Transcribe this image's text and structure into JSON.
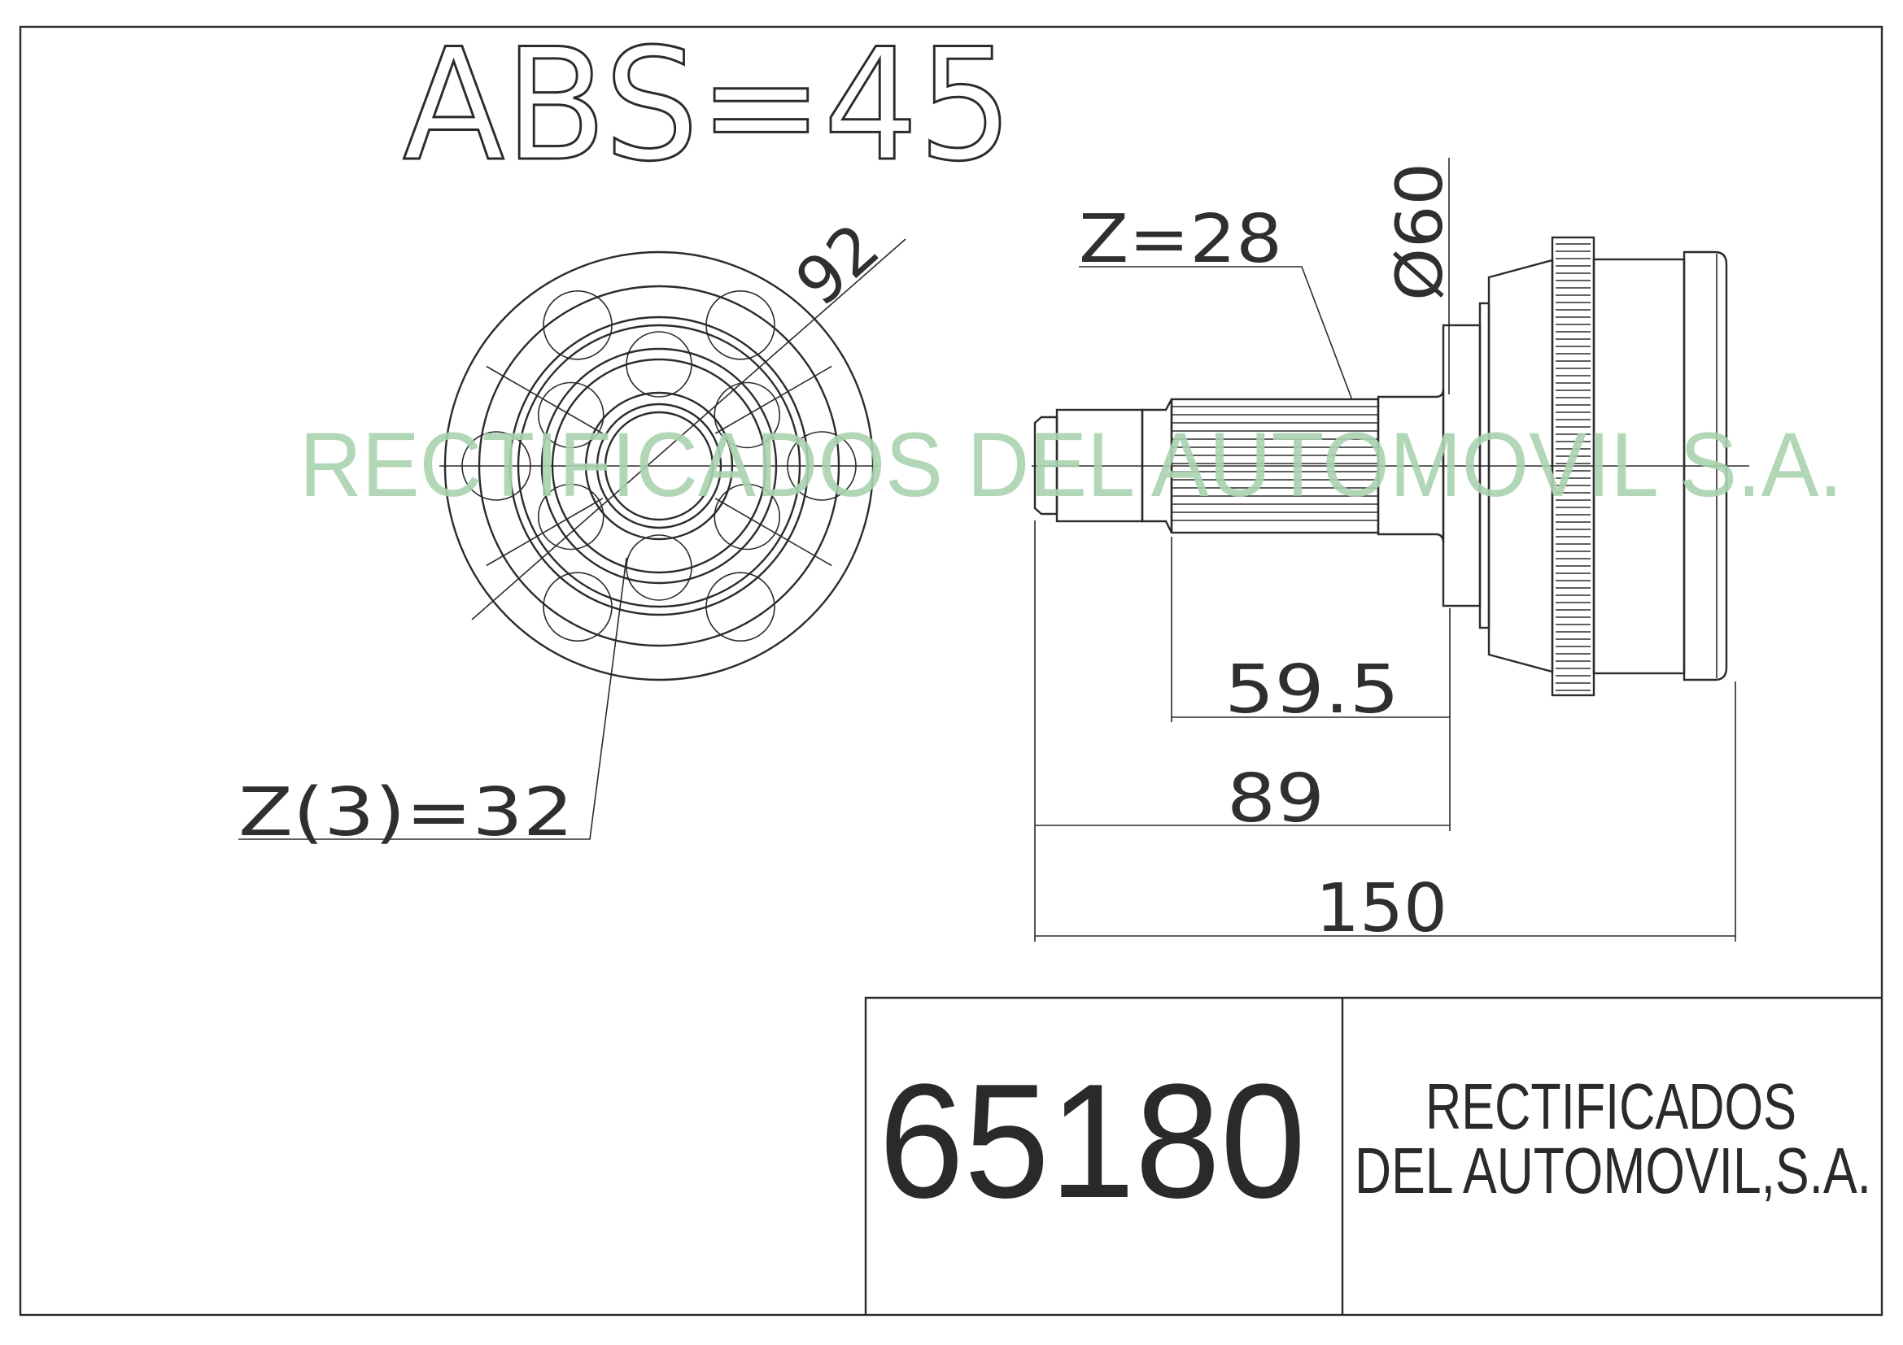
{
  "drawing": {
    "abs_label": "ABS=45",
    "left_view": {
      "diameter_label": "92",
      "teeth_label": "Z(3)=32"
    },
    "right_view": {
      "spline_label": "Z=28",
      "diameter_label": "Ø60",
      "dim_spline_length": "59.5",
      "dim_shaft_length": "89",
      "dim_total_length": "150"
    },
    "watermark": "RECTIFICADOS DEL AUTOMOVIL S.A."
  },
  "title_block": {
    "part_number": "65180",
    "company_line1": "RECTIFICADOS",
    "company_line2": "DEL AUTOMOVIL,S.A."
  },
  "colors": {
    "line": "#2b2b2b",
    "watermark": "#a9d3b0"
  }
}
